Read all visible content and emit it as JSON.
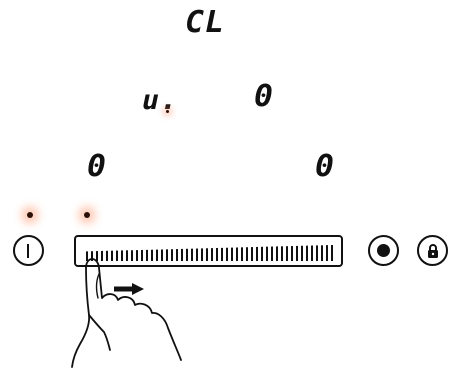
{
  "display": {
    "top_code": "CL",
    "middle_left_value": "u.",
    "middle_right_value": "0",
    "bottom_left_value": "0",
    "bottom_right_value": "0"
  },
  "controls": {
    "power_icon": "power-icon",
    "timer_icon": "dot-icon",
    "lock_icon": "lock-icon"
  },
  "indicators": {
    "led_color": "#ff7846"
  },
  "slider": {
    "level": 0.0
  },
  "gesture": {
    "direction_icon": "right-arrow-icon"
  }
}
